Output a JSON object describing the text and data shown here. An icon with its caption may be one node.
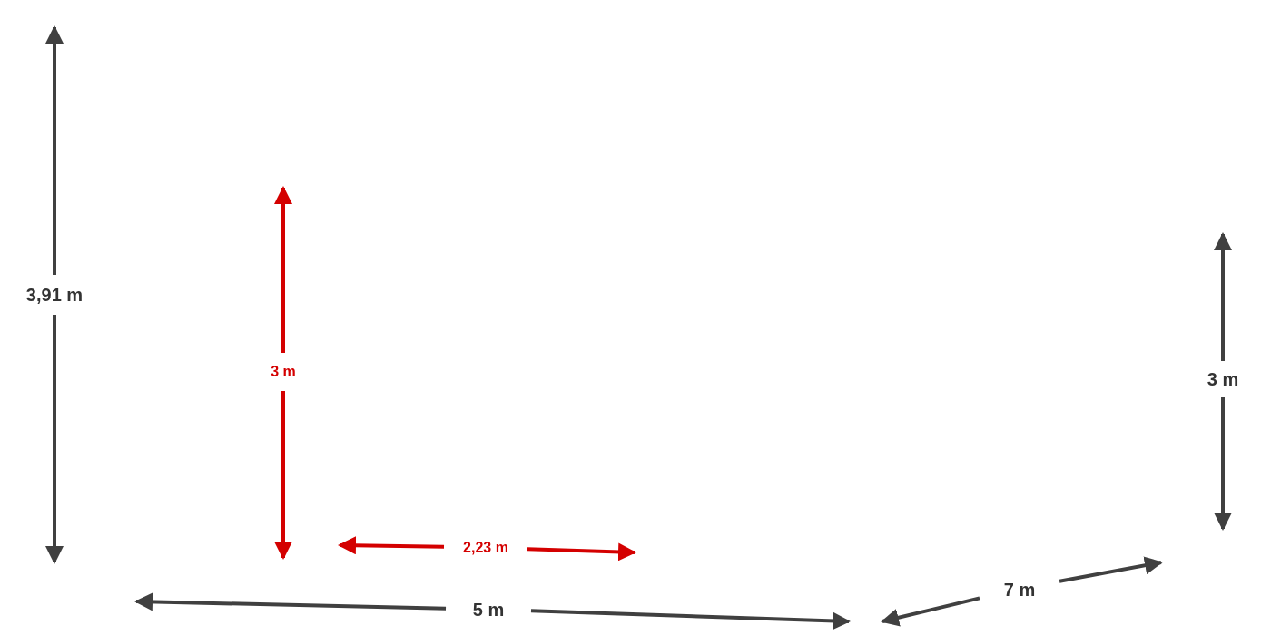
{
  "diagram": {
    "labels": [
      "3,91 m",
      "3 m",
      "3 m",
      "2,23 m",
      "7 m",
      "5 m"
    ]
  }
}
